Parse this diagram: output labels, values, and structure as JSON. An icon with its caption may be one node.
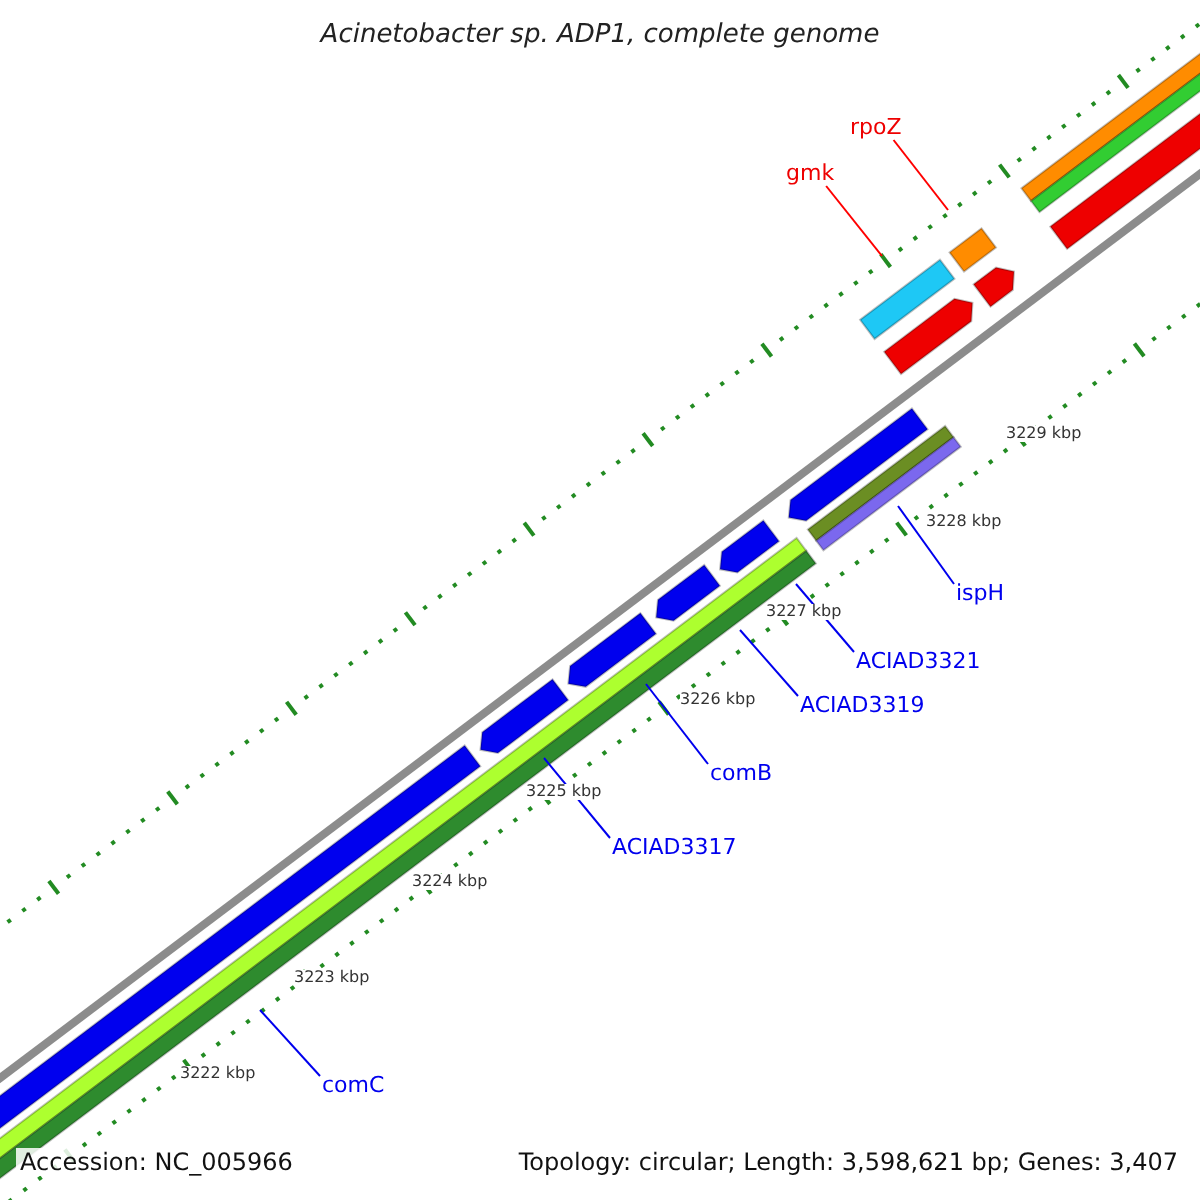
{
  "diagram": {
    "title": "Acinetobacter sp. ADP1, complete genome",
    "nodes": [
      {
        "text": [
          "rpoZ"
        ]
      },
      {
        "text": [
          "gmk"
        ]
      },
      {
        "text": [
          "ispH"
        ]
      },
      {
        "text": [
          "ACIAD3321"
        ]
      },
      {
        "text": [
          "ACIAD3319"
        ]
      },
      {
        "text": [
          "comB"
        ]
      },
      {
        "text": [
          "ACIAD3317"
        ]
      },
      {
        "text": [
          "comC"
        ]
      }
    ],
    "edges": [
      {
        "from": 0,
        "to": null,
        "arrow": "none",
        "color": "#ff0000"
      },
      {
        "from": 1,
        "to": null,
        "arrow": "none",
        "color": "#ff0000"
      },
      {
        "from": 2,
        "to": null,
        "arrow": "none"
      },
      {
        "from": 3,
        "to": null,
        "arrow": "none"
      },
      {
        "from": 4,
        "to": null,
        "arrow": "none"
      },
      {
        "from": 5,
        "to": null,
        "arrow": "none"
      },
      {
        "from": 6,
        "to": null,
        "arrow": "none"
      },
      {
        "from": 7,
        "to": null,
        "arrow": "none"
      }
    ],
    "labels": [
      "3229 kbp",
      "3228 kbp",
      "3227 kbp",
      "3226 kbp",
      "3225 kbp",
      "3224 kbp",
      "3223 kbp",
      "3222 kbp",
      "Accession: NC_005966",
      "Topology: circular; Length: 3,598,621 bp; Genes: 3,407"
    ]
  }
}
